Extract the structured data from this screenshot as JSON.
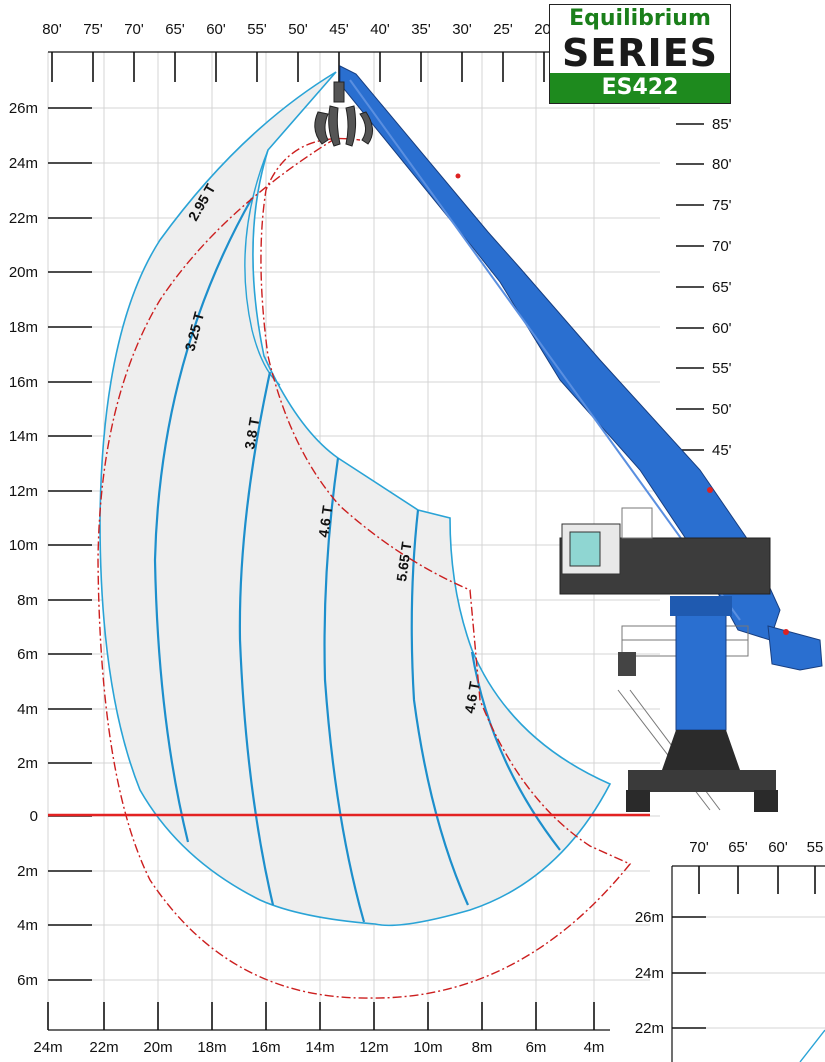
{
  "branding": {
    "line1": "Equilibrium",
    "line2": "SERIES",
    "model": "ES422",
    "colors": {
      "green": "#1e8a1e",
      "dark": "#1a1a1a"
    }
  },
  "axes": {
    "top_ft": [
      "80'",
      "75'",
      "70'",
      "65'",
      "60'",
      "55'",
      "50'",
      "45'",
      "40'",
      "35'",
      "30'",
      "25'",
      "20'"
    ],
    "right_ft": [
      "85'",
      "80'",
      "75'",
      "70'",
      "65'",
      "60'",
      "55'",
      "50'",
      "45'"
    ],
    "left_m": [
      "26m",
      "24m",
      "22m",
      "20m",
      "18m",
      "16m",
      "14m",
      "12m",
      "10m",
      "8m",
      "6m",
      "4m",
      "2m",
      "0",
      "2m",
      "4m",
      "6m"
    ],
    "bottom_m": [
      "24m",
      "22m",
      "20m",
      "18m",
      "16m",
      "14m",
      "12m",
      "10m",
      "8m",
      "6m",
      "4m"
    ]
  },
  "inset": {
    "top_ft": [
      "70'",
      "65'",
      "60'",
      "55"
    ],
    "left_m": [
      "26m",
      "24m",
      "22m"
    ]
  },
  "capacities": [
    "2.95 T",
    "3.25 T",
    "3.8 T",
    "4.6 T",
    "5.65 T",
    "4.6 T"
  ],
  "colors": {
    "envelope": "#29a3d6",
    "curve": "#1d8fcc",
    "reach": "#cc1f1f",
    "ground": "#e32222",
    "crane": "#2a6fd0"
  }
}
